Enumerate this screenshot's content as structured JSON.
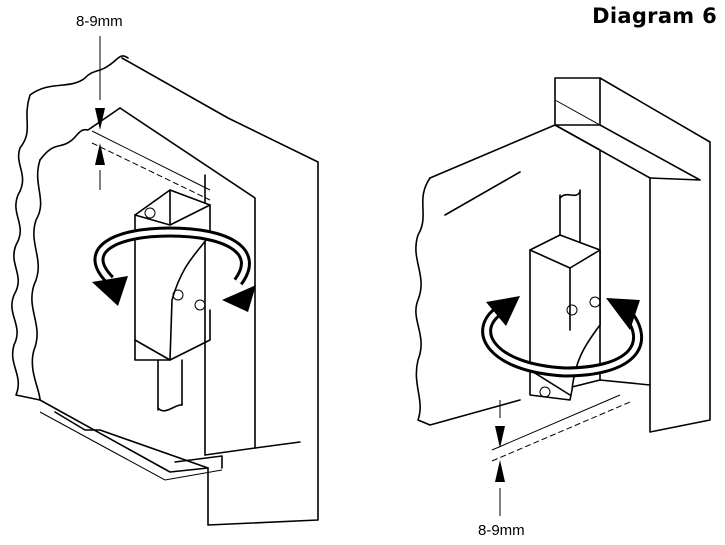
{
  "diagram": {
    "title": "Diagram 6",
    "left_gap_label": "8-9mm",
    "right_gap_label": "8-9mm"
  }
}
